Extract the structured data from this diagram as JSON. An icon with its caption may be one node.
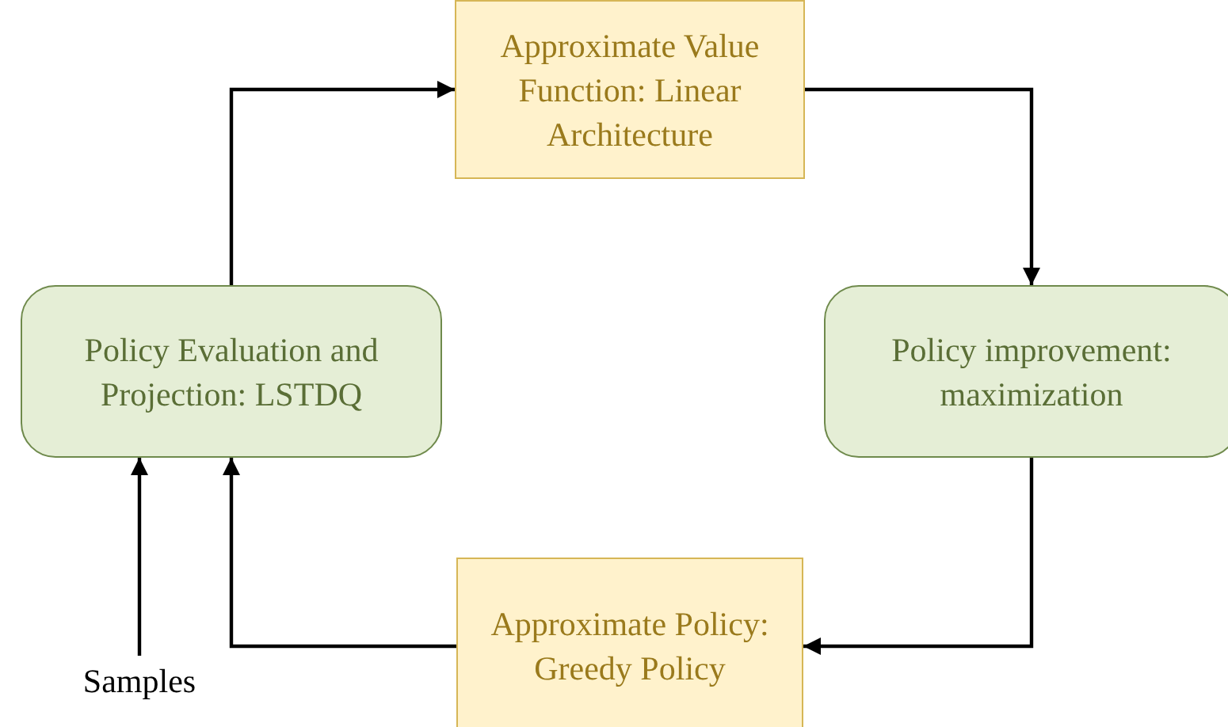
{
  "diagram": {
    "nodes": [
      {
        "text": [
          "Approximate Value Function: Linear Architecture"
        ]
      },
      {
        "text": [
          "Policy improvement: maximization"
        ]
      },
      {
        "text": [
          "Approximate Policy: Greedy Policy"
        ]
      },
      {
        "text": [
          "Policy Evaluation and Projection: LSTDQ"
        ]
      },
      {
        "text": [
          "Samples"
        ]
      }
    ],
    "edges": [
      {
        "from": 0,
        "to": 1,
        "arrow": "to"
      },
      {
        "from": 1,
        "to": 2,
        "arrow": "to"
      },
      {
        "from": 2,
        "to": 3,
        "arrow": "to"
      },
      {
        "from": 3,
        "to": 0,
        "arrow": "to"
      },
      {
        "from": 4,
        "to": 3,
        "arrow": "to"
      }
    ]
  }
}
